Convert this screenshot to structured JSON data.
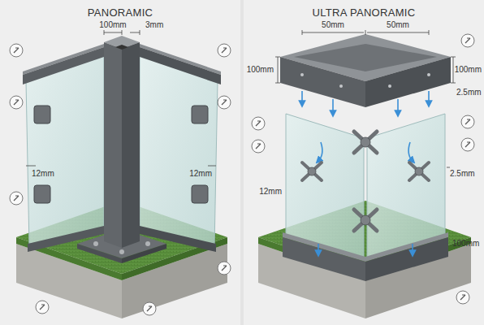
{
  "diagram": {
    "nodes": [
      {
        "text": [
          "PANORAMIC"
        ]
      },
      {
        "text": [
          "ULTRA PANORAMIC"
        ]
      }
    ],
    "labels": [
      "100mm",
      "3mm",
      "12mm",
      "12mm",
      "50mm",
      "50mm",
      "100mm",
      "100mm",
      "2.5mm",
      "12mm",
      "2.5mm",
      "100mm"
    ]
  }
}
